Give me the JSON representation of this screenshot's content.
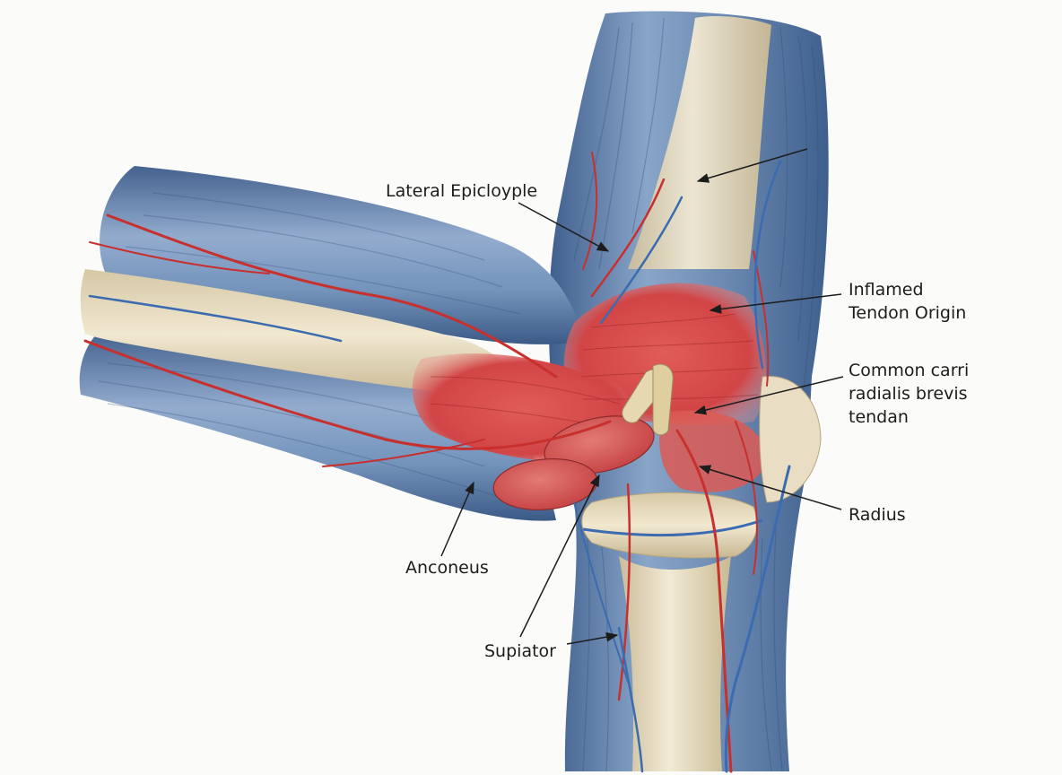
{
  "labels": {
    "lateral_epicondyle": "Lateral Epicloyple",
    "inflamed_tendon_line1": "Inflamed",
    "inflamed_tendon_line2": "Tendon Origin",
    "common_tendon_line1": "Common carri",
    "common_tendon_line2": "radialis brevis",
    "common_tendon_line3": "tendan",
    "radius": "Radius",
    "anconeus": "Anconeus",
    "supinator": "Supiator"
  },
  "colors": {
    "background": "#fbfbf9",
    "muscle_blue": "#6f8db4",
    "muscle_blue_dark": "#3f5f8d",
    "bone": "#e8dcc0",
    "inflamed_red": "#d8494a",
    "artery": "#c8302e",
    "vein": "#3b6bb0",
    "label_text": "#1c1c1c"
  }
}
